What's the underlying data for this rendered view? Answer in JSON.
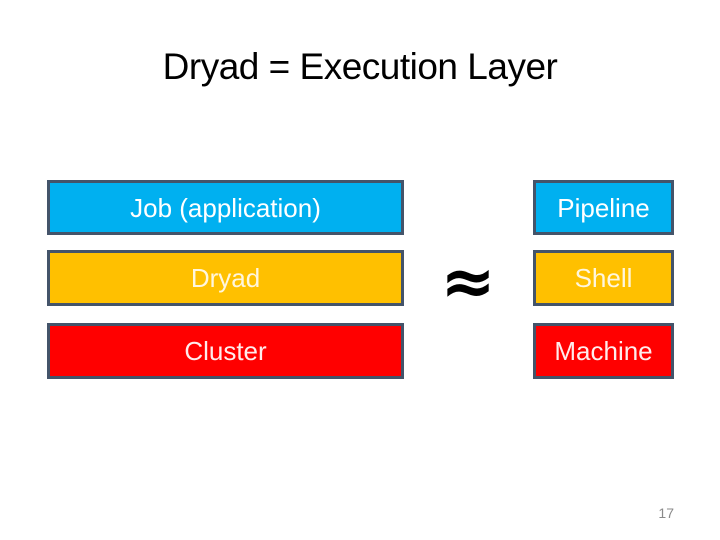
{
  "title": "Dryad = Execution Layer",
  "approx_symbol": "≈",
  "page_number": "17",
  "colors": {
    "blue_fill": "#00B0F0",
    "orange_fill": "#FFC000",
    "red_fill": "#FF0000",
    "box_border": "#44546A",
    "blue_box_text": "#FFFFFF",
    "orange_box_text": "#FFF6DE",
    "red_box_text": "#FFECEC",
    "title_text": "#000000",
    "page_number_text": "#8A8A8A"
  },
  "left_column": {
    "boxes": [
      {
        "label": "Job (application)",
        "fill": "#00B0F0",
        "text_color": "#FFFFFF"
      },
      {
        "label": "Dryad",
        "fill": "#FFC000",
        "text_color": "#FFF6DE"
      },
      {
        "label": "Cluster",
        "fill": "#FF0000",
        "text_color": "#FFECEC"
      }
    ]
  },
  "right_column": {
    "boxes": [
      {
        "label": "Pipeline",
        "fill": "#00B0F0",
        "text_color": "#FFFFFF"
      },
      {
        "label": "Shell",
        "fill": "#FFC000",
        "text_color": "#FFF6DE"
      },
      {
        "label": "Machine",
        "fill": "#FF0000",
        "text_color": "#FFECEC"
      }
    ]
  }
}
